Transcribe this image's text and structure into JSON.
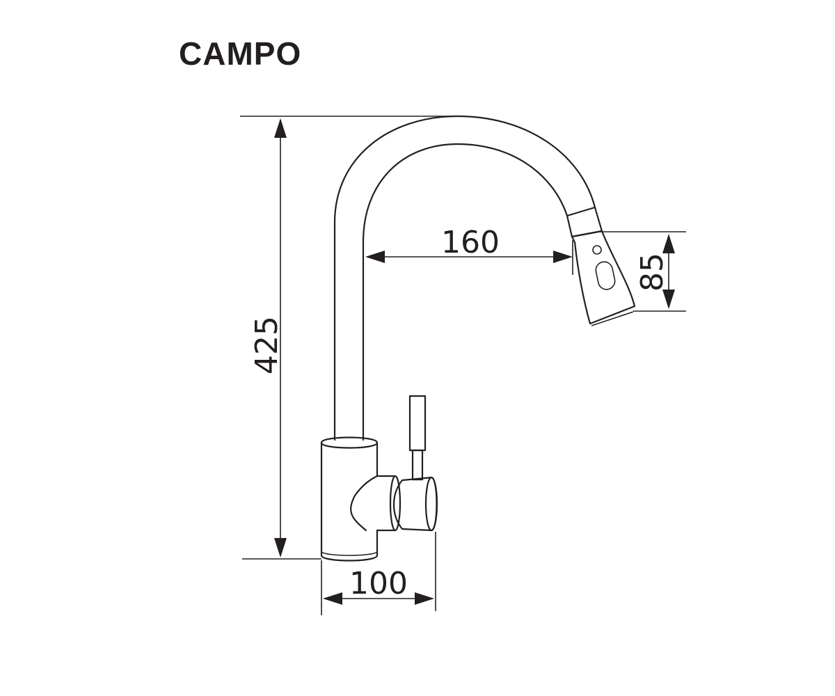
{
  "title": "CAMPO",
  "dimensions": {
    "height": "425",
    "reach": "160",
    "head_height": "85",
    "base_width": "100"
  },
  "colors": {
    "line": "#231f20",
    "background": "#ffffff"
  }
}
